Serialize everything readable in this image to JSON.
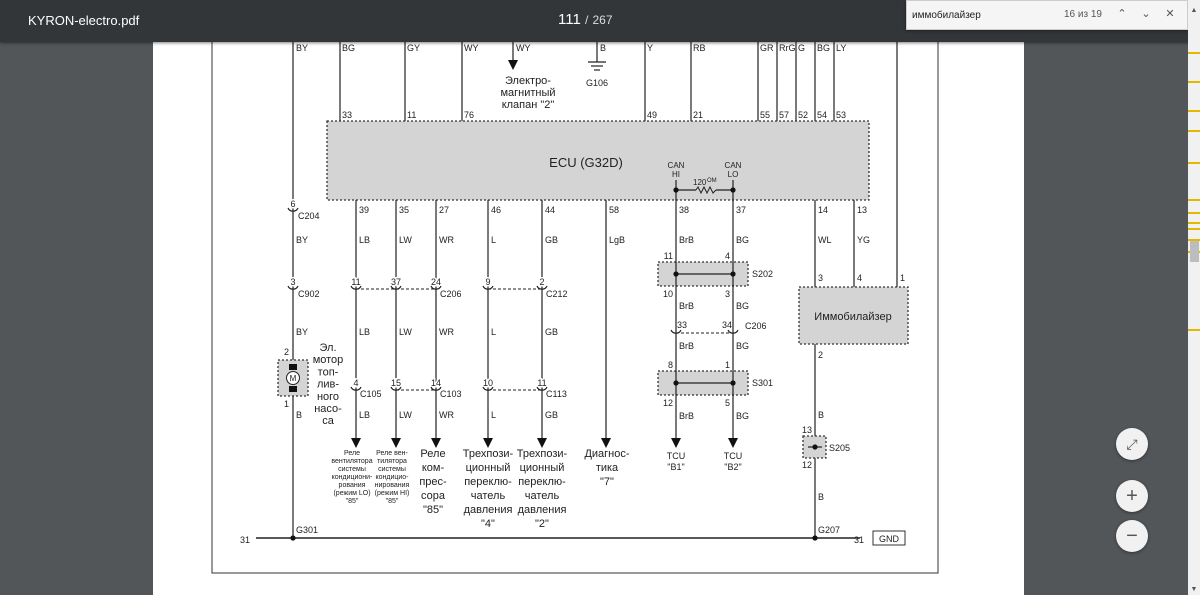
{
  "toolbar": {
    "file_name": "KYRON-electro.pdf",
    "page_current": "111",
    "page_sep": "/",
    "page_total": "267"
  },
  "find": {
    "query": "иммобилайзер",
    "match_count": "16 из 19",
    "prev_icon": "chevron-up-icon",
    "next_icon": "chevron-down-icon",
    "close_icon": "close-icon"
  },
  "zoom_controls": {
    "fit_icon": "fit-page-icon",
    "zoom_in_icon": "plus-icon",
    "zoom_out_icon": "minus-icon"
  },
  "scroll_highlights": [
    52,
    81,
    110,
    130,
    162,
    199,
    212,
    222,
    228,
    239,
    251,
    329
  ],
  "diagram": {
    "ecu": {
      "label": "ECU (G32D)",
      "can_hi": [
        "CAN",
        "HI"
      ],
      "can_lo": [
        "CAN",
        "LO"
      ],
      "resistor": "120",
      "resistor_unit": "ОМ"
    },
    "top_wires": [
      {
        "color": "BG",
        "pin": "33"
      },
      {
        "color": "GY",
        "pin": "11"
      },
      {
        "color": "WY",
        "pin": "76"
      },
      {
        "color": "Y",
        "pin": "49"
      },
      {
        "color": "RB",
        "pin": "21"
      },
      {
        "color": "GR",
        "pin": "55"
      },
      {
        "color": "RrG",
        "pin": "57"
      },
      {
        "color": "G",
        "pin": "52"
      },
      {
        "color": "BG",
        "pin": "54"
      },
      {
        "color": "LY",
        "pin": "53"
      }
    ],
    "solenoid": {
      "wire": "WY",
      "label": [
        "Электро-",
        "магнитный",
        "клапан \"2\""
      ]
    },
    "ground_g106": {
      "wire": "B",
      "label": "G106"
    },
    "fuel_pump": {
      "wire_top": "BY",
      "c204_pin": "6",
      "c204": "C204",
      "wire1": "BY",
      "c902_pin": "3",
      "c902": "C902",
      "wire2": "BY",
      "pin_in": "2",
      "motor_symbol": "M",
      "pin_out": "1",
      "wire3": "B",
      "label": [
        "Эл.",
        "мотор",
        "топ-",
        "лив-",
        "ного",
        "насо-",
        "са"
      ],
      "ground": "G301"
    },
    "left_columns": [
      {
        "pin": "39",
        "c1": "LB",
        "j1": "11",
        "c2": "LB",
        "j2": "4",
        "c3": "LB",
        "dest": [
          "Реле",
          "вентилятора",
          "системы",
          "кондициони-",
          "рования",
          "(режим LO)",
          "\"85\""
        ]
      },
      {
        "pin": "35",
        "c1": "LW",
        "j1": "37",
        "c2": "LW",
        "j2": "15",
        "c3": "LW",
        "dest": [
          "Реле вен-",
          "тилятора",
          "системы",
          "кондицио-",
          "нирования",
          "(режим HI)",
          "\"85\""
        ]
      },
      {
        "pin": "27",
        "c1": "WR",
        "j1": "24",
        "c2": "WR",
        "j2": "14",
        "c3": "WR",
        "dest": [
          "Реле",
          "ком-",
          "прес-",
          "сора",
          "\"85\""
        ]
      },
      {
        "pin": "46",
        "c1": "L",
        "j1": "9",
        "c2": "L",
        "j2": "10",
        "c3": "L",
        "dest": [
          "Трехпози-",
          "ционный",
          "переклю-",
          "чатель",
          "давления",
          "\"4\""
        ]
      },
      {
        "pin": "44",
        "c1": "GB",
        "j1": "2",
        "c2": "GB",
        "j2": "11",
        "c3": "GB",
        "dest": [
          "Трехпози-",
          "ционный",
          "переклю-",
          "чатель",
          "давления",
          "\"2\""
        ]
      }
    ],
    "connectors": {
      "c206_a": "C206",
      "c212": "C212",
      "c105": "C105",
      "c103": "C103",
      "c113": "C113",
      "c206_b": "C206"
    },
    "diag_column": {
      "pin": "58",
      "color": "LgB",
      "dest": [
        "Диагнос-",
        "тика",
        "\"7\""
      ]
    },
    "can_columns": [
      {
        "pin": "38",
        "c1": "BrB",
        "s202_in": "11",
        "s202_out": "10",
        "c2": "BrB",
        "c206": "33",
        "c3": "BrB",
        "s301_in": "8",
        "s301_out": "12",
        "c4": "BrB",
        "dest": [
          "TCU",
          "\"B1\""
        ]
      },
      {
        "pin": "37",
        "c1": "BG",
        "s202_in": "4",
        "s202_out": "3",
        "c2": "BG",
        "c206": "34",
        "c3": "BG",
        "s301_in": "1",
        "s301_out": "5",
        "c4": "BG",
        "dest": [
          "TCU",
          "\"B2\""
        ]
      }
    ],
    "splices": {
      "s202": "S202",
      "s301": "S301",
      "s205": "S205"
    },
    "immobilizer": {
      "label": "Иммобилайзер",
      "ecu_pin_a": "14",
      "wire_a": "WL",
      "ecu_pin_b": "13",
      "wire_b": "YG",
      "pin_3": "3",
      "pin_4": "4",
      "pin_1": "1",
      "pin_2": "2",
      "wire_out": "B",
      "s205_in": "13",
      "s205_out": "12",
      "wire_gnd": "B",
      "ground": "G207"
    },
    "ground_bus": {
      "left_num": "31",
      "right_num": "31",
      "label": "GND"
    }
  }
}
